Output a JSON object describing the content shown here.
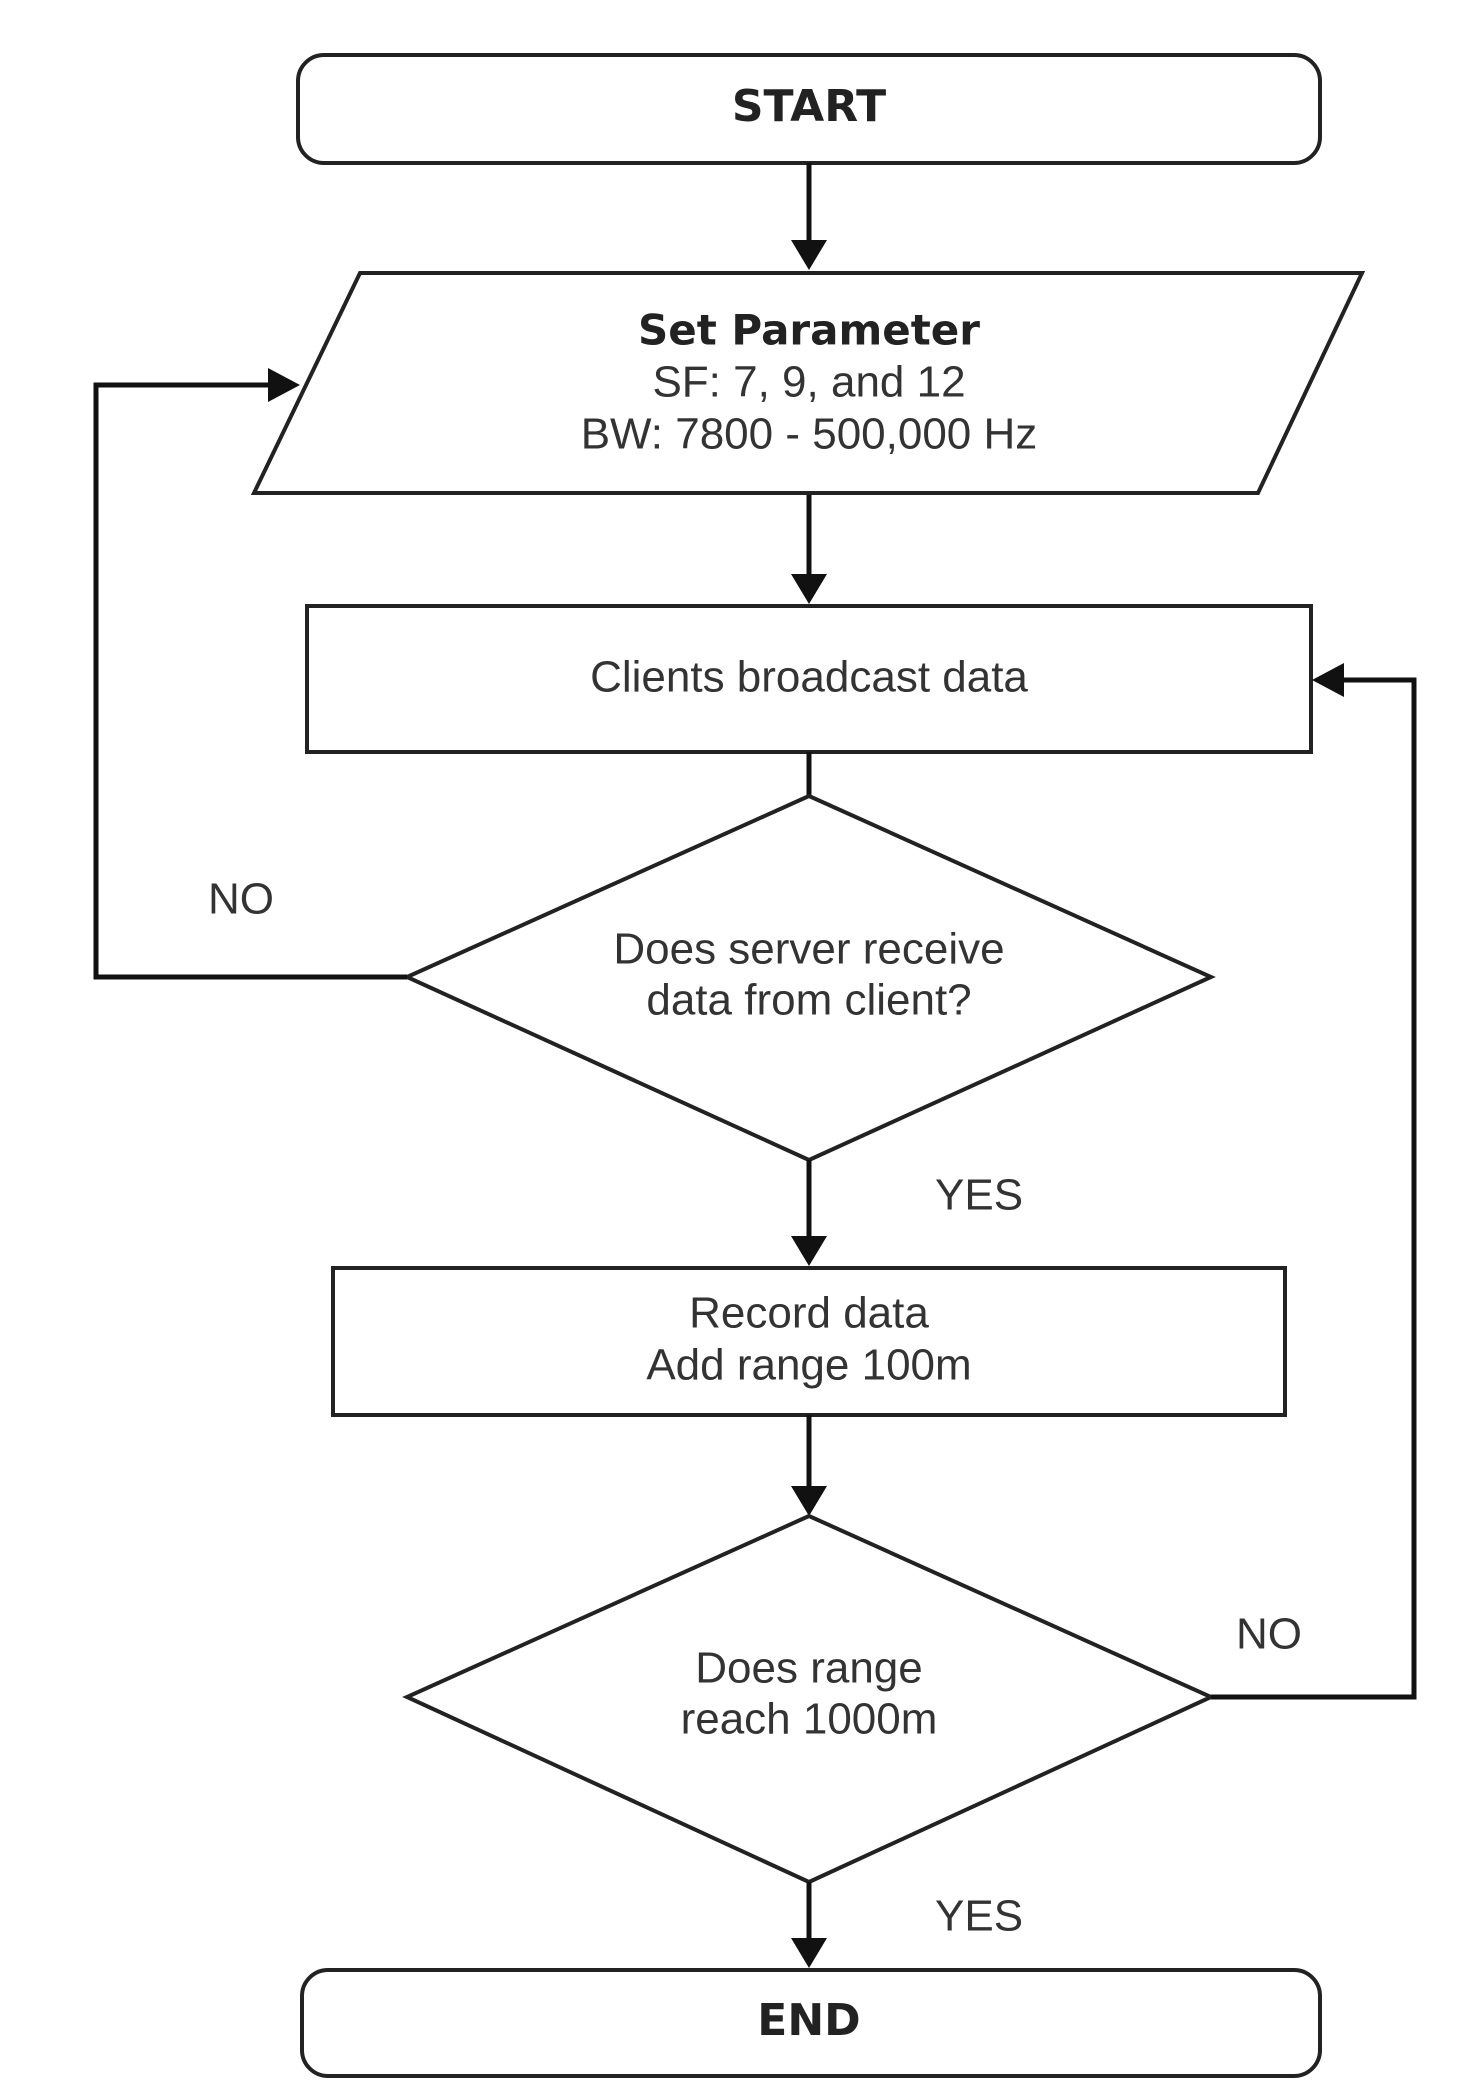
{
  "diagram": {
    "start": {
      "label": "START"
    },
    "set_parameter": {
      "title": "Set Parameter",
      "line1": "SF: 7, 9, and 12",
      "line2": "BW: 7800 - 500,000 Hz"
    },
    "broadcast": {
      "label": "Clients broadcast data"
    },
    "decision_receive": {
      "line1": "Does server receive",
      "line2": "data from client?",
      "no_label": "NO",
      "yes_label": "YES"
    },
    "record": {
      "line1": "Record data",
      "line2": "Add range 100m"
    },
    "decision_range": {
      "line1": "Does range",
      "line2": "reach 1000m",
      "no_label": "NO",
      "yes_label": "YES"
    },
    "end": {
      "label": "END"
    }
  }
}
